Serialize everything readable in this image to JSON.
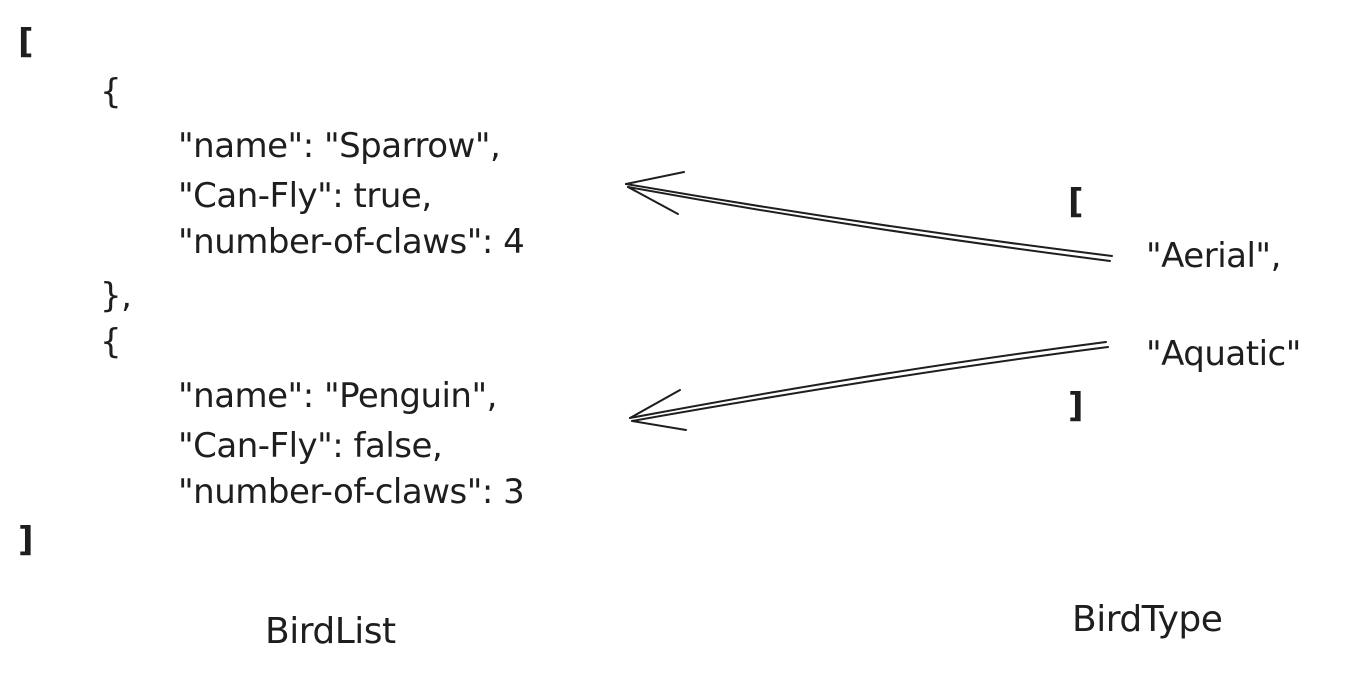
{
  "birdlist": {
    "open_bracket": "[",
    "close_bracket": "]",
    "objects": [
      {
        "open_brace": "{",
        "close_brace": "},",
        "lines": [
          "\"name\": \"Sparrow\",",
          "\"Can-Fly\": true,",
          "\"number-of-claws\": 4"
        ]
      },
      {
        "open_brace": "{",
        "lines": [
          "\"name\": \"Penguin\",",
          "\"Can-Fly\": false,",
          "\"number-of-claws\": 3"
        ]
      }
    ],
    "caption": "BirdList"
  },
  "birdtype": {
    "open_bracket": "[",
    "close_bracket": "]",
    "values": [
      "\"Aerial\",",
      "\"Aquatic\""
    ],
    "caption": "BirdType"
  },
  "colors": {
    "ink": "#1e1e1e",
    "background": "#ffffff"
  },
  "icons": [
    "arrow-left-icon"
  ]
}
